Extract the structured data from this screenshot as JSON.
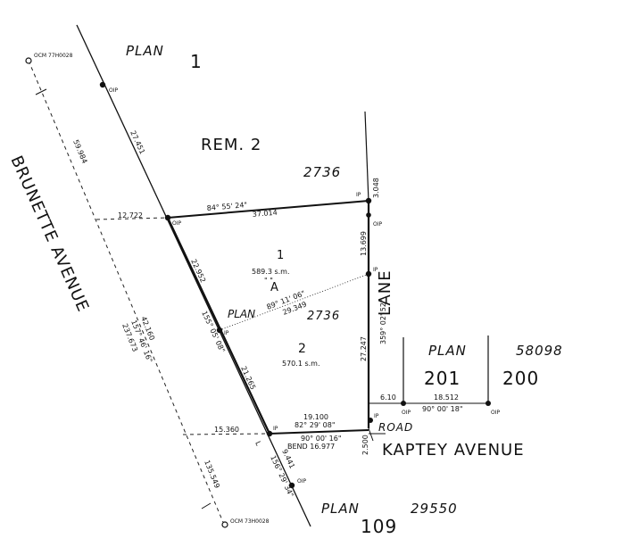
{
  "labels": {
    "plan_1": "PLAN",
    "plan_1_num": "1",
    "rem_2": "REM. 2",
    "plan_2736_top": "2736",
    "brunette_avenue": "BRUNETTE AVENUE",
    "lane": "LANE",
    "kaptey_avenue": "KAPTEY AVENUE",
    "road": "ROAD",
    "plan_right": "PLAN",
    "plan_right_num": "58098",
    "lot_201": "201",
    "lot_200": "200",
    "plan_bottom": "PLAN",
    "plan_bottom_num": "29550",
    "lot_109": "109",
    "parcel_1": "1",
    "parcel_1_area": "589.3 s.m.",
    "parcel_a_quote": "\" \"",
    "parcel_a": "A",
    "parcel_plan": "PLAN",
    "parcel_plan_num": "2736",
    "parcel_2": "2",
    "parcel_2_area": "570.1 s.m.",
    "bend": "BEND 16.977"
  },
  "monuments": {
    "ocm_top": "OCM 77H0028",
    "ocm_bottom": "OCM 73H0028",
    "oip_top": "OIP",
    "oip_left": "OIP",
    "ip_top_right": "IP",
    "oip_right": "OIP",
    "ip_mid_right": "IP",
    "ip_left_mid": "IP",
    "ip_bottom_right": "IP",
    "ip_bottom_left": "IP",
    "oip_lot201": "OIP",
    "oip_lot200": "OIP",
    "oip_bottom": "OIP"
  },
  "dimensions": {
    "d_27_451": "27.451",
    "d_59_984": "59.984",
    "d_12_722": "12.722",
    "d_bearing_top": "84° 55' 24\"",
    "d_37_014": "37.014",
    "d_3_048": "3.048",
    "d_13_699": "13.699",
    "d_22_952": "22.952",
    "d_bearing_mid": "89° 11' 06\"",
    "d_29_349": "29.349",
    "d_bearing_left": "155° 05' 08\"",
    "d_bearing_right": "359° 02' 52\"",
    "d_27_247": "27.247",
    "d_42_160": "42.160",
    "d_bearing_brunette": "157° 46' 16\"",
    "d_237_673": "237.673",
    "d_21_265": "21.265",
    "d_19_100": "19.100",
    "d_bearing_road": "82° 29' 08\"",
    "d_90_bottom": "90° 00' 16\"",
    "d_15_360": "15.360",
    "d_6_10": "6.10",
    "d_18_512": "18.512",
    "d_bearing_lots": "90° 00' 18\"",
    "d_2_500": "2.500",
    "d_135_549": "135.549",
    "d_9_441": "9.441",
    "d_bearing_bottom": "156° 29' 34\"",
    "d_bottom_l": "L"
  }
}
